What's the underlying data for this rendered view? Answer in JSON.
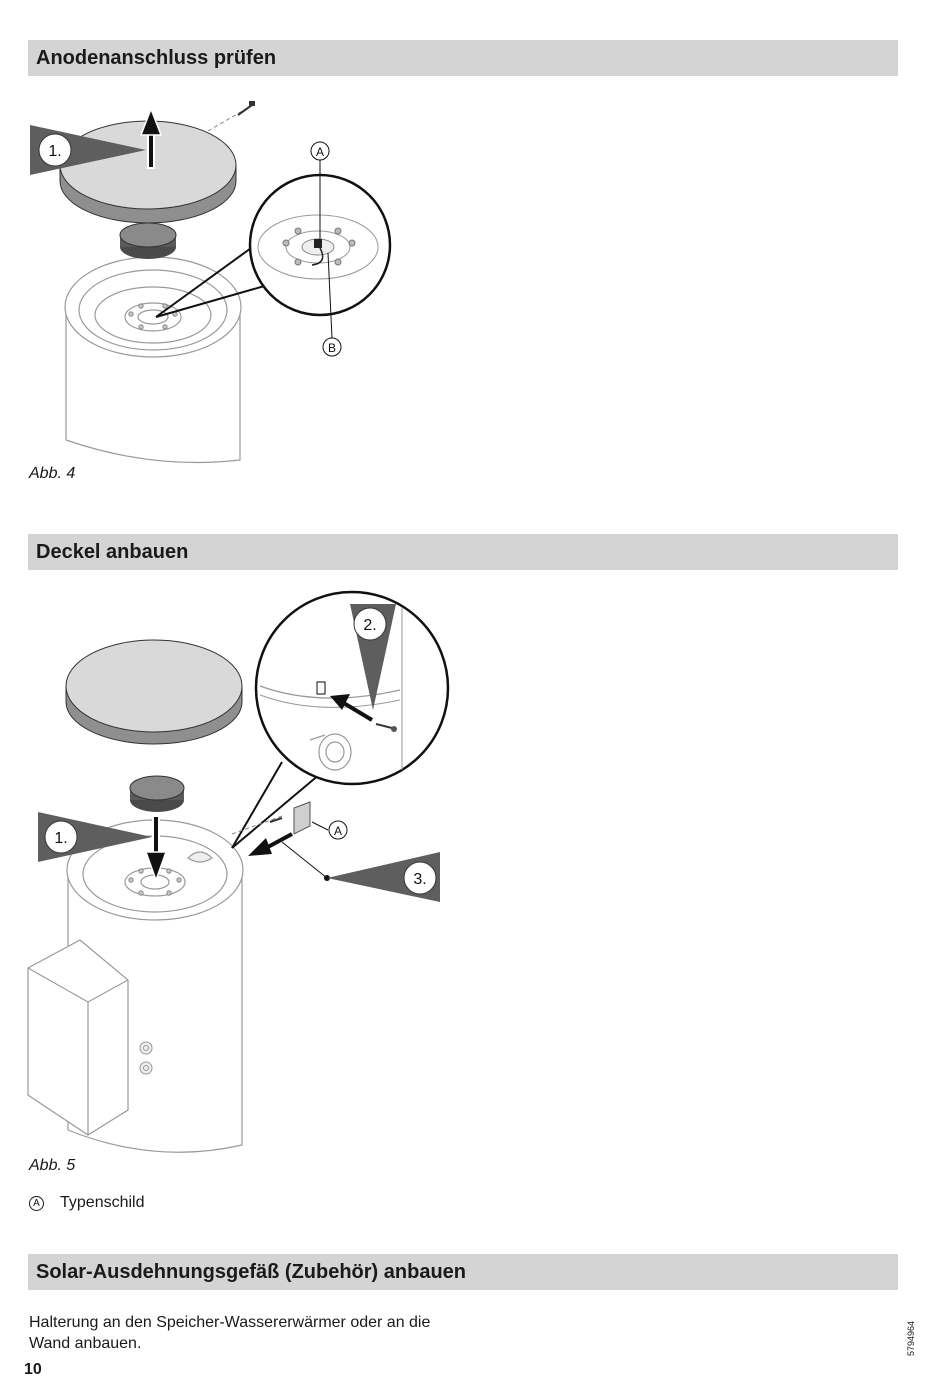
{
  "sections": {
    "s1": {
      "title": "Anodenanschluss prüfen"
    },
    "s2": {
      "title": "Deckel anbauen"
    },
    "s3": {
      "title": "Solar-Ausdehnungsgefäß (Zubehör) anbauen"
    }
  },
  "figure4": {
    "caption": "Abb. 4",
    "step1": "1.",
    "label_a": "A",
    "label_b": "B"
  },
  "figure5": {
    "caption": "Abb. 5",
    "step1": "1.",
    "step2": "2.",
    "step3": "3.",
    "label_a": "A"
  },
  "legend": {
    "items": [
      {
        "letter": "A",
        "text": "Typenschild"
      }
    ]
  },
  "body_text": "Halterung an den Speicher-Wassererwärmer oder an die Wand anbauen.",
  "page_number": "10",
  "doc_id": "5794964"
}
